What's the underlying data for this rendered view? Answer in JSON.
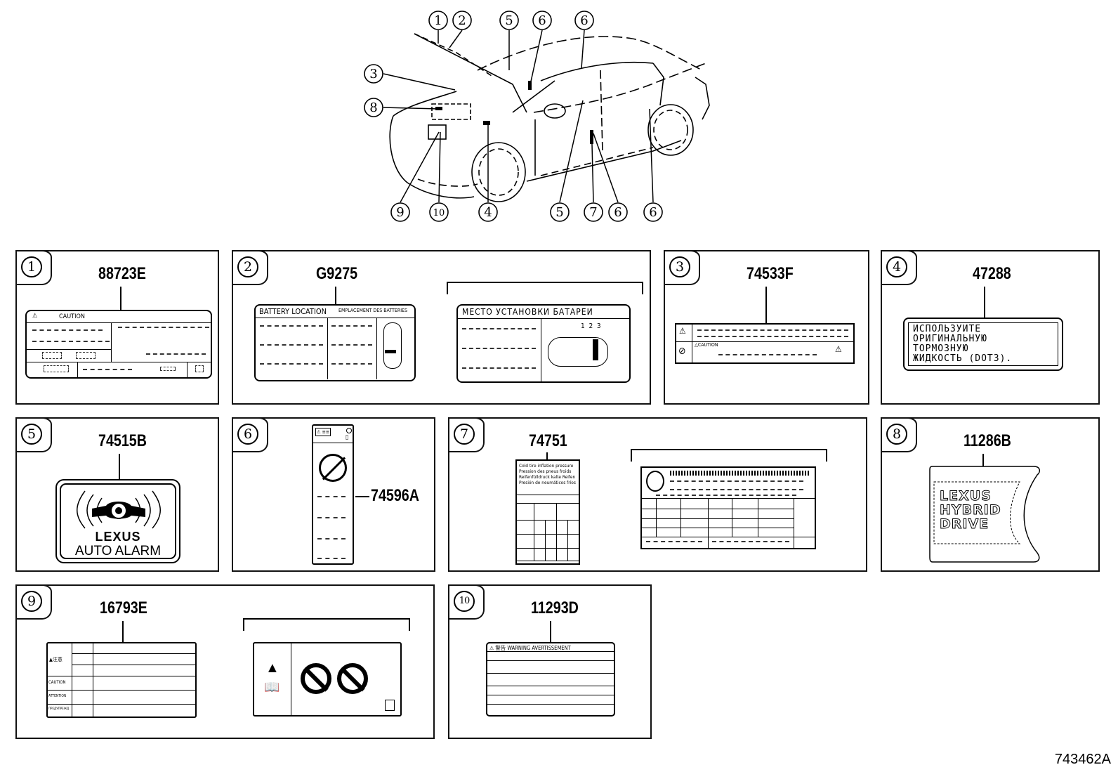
{
  "figure_id": "743462A",
  "overview": {
    "callouts_top": [
      "1",
      "2",
      "5",
      "6",
      "6"
    ],
    "callouts_left": [
      "3",
      "8"
    ],
    "callouts_bottom": [
      "9",
      "10",
      "4",
      "5",
      "7",
      "6",
      "6"
    ]
  },
  "panels": [
    {
      "index": "1",
      "part_number": "88723E",
      "label_header": "CAUTION"
    },
    {
      "index": "2",
      "part_number": "G9275",
      "label_header_en": "BATTERY LOCATION",
      "label_header_fr": "EMPLACEMENT DES BATTERIES",
      "label_header_ru": "МЕСТО УСТАНОВКИ БАТАРЕИ",
      "battery_markers": [
        "1",
        "2",
        "3"
      ]
    },
    {
      "index": "3",
      "part_number": "74533F",
      "label_caution": "CAUTION"
    },
    {
      "index": "4",
      "part_number": "47288",
      "label_lines": [
        "ИСПОЛЬЗУИТЕ",
        "ОРИГИНАЛЬНУЮ",
        "ТОРМОЗНУЮ",
        "ЖИДКОСТЬ (DOT3)."
      ]
    },
    {
      "index": "5",
      "part_number": "74515B",
      "brand": "LEXUS",
      "label_text": "AUTO ALARM"
    },
    {
      "index": "6",
      "part_number": "74596A"
    },
    {
      "index": "7",
      "part_number": "74751",
      "label_lines": [
        "Cold tire inflation pressure",
        "Pression des pneus froids",
        "Reifenfülldruck kalte Reifen",
        "Presión de neumáticos fríos"
      ]
    },
    {
      "index": "8",
      "part_number": "11286B",
      "label_lines": [
        "LEXUS",
        "HYBRID",
        "DRIVE"
      ]
    },
    {
      "index": "9",
      "part_number": "16793E",
      "row_labels": [
        "▲注意",
        "CAUTION",
        "ATTENTION",
        "ПРЕДУПРЕЖД"
      ]
    },
    {
      "index": "10",
      "part_number": "11293D",
      "label_header": "⚠ 警告 WARNING AVERTISSEMENT"
    }
  ]
}
